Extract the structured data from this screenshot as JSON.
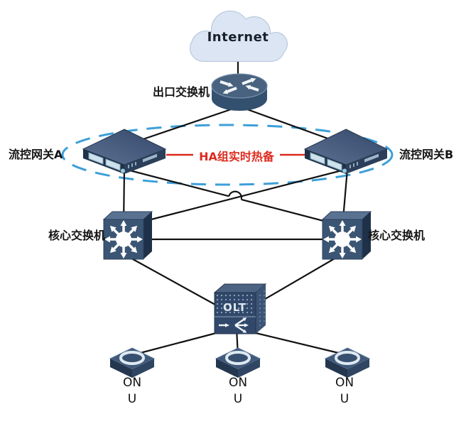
{
  "diagram": {
    "type": "network-topology",
    "nodes": {
      "internet": {
        "label": "Internet",
        "icon": "cloud-icon"
      },
      "exit_switch": {
        "label": "出口交换机",
        "icon": "router-icon"
      },
      "gateway_a": {
        "label": "流控网关A",
        "icon": "rack-appliance-icon"
      },
      "gateway_b": {
        "label": "流控网关B",
        "icon": "rack-appliance-icon"
      },
      "core_switch_left": {
        "label": "核心交换机",
        "icon": "layer3-switch-icon"
      },
      "core_switch_right": {
        "label": "核心交换机",
        "icon": "layer3-switch-icon"
      },
      "olt": {
        "label": "OLT",
        "icon": "olt-chassis-icon"
      },
      "onu_left": {
        "line1": "ON",
        "line2": "U"
      },
      "onu_center": {
        "line1": "ON",
        "line2": "U"
      },
      "onu_right": {
        "line1": "ON",
        "line2": "U"
      }
    },
    "ha": {
      "label": "HA组实时热备",
      "members": [
        "gateway_a",
        "gateway_b"
      ],
      "style": "blue-dashed-ellipse"
    },
    "edges": [
      {
        "from": "internet",
        "to": "exit_switch",
        "style": "solid-black"
      },
      {
        "from": "exit_switch",
        "to": "gateway_a",
        "style": "solid-black"
      },
      {
        "from": "exit_switch",
        "to": "gateway_b",
        "style": "solid-black"
      },
      {
        "from": "gateway_a",
        "to": "gateway_b",
        "style": "solid-red",
        "label": "HA组实时热备"
      },
      {
        "from": "gateway_a",
        "to": "core_switch_left",
        "style": "solid-black"
      },
      {
        "from": "gateway_a",
        "to": "core_switch_right",
        "style": "solid-black",
        "hop": true
      },
      {
        "from": "gateway_b",
        "to": "core_switch_left",
        "style": "solid-black"
      },
      {
        "from": "gateway_b",
        "to": "core_switch_right",
        "style": "solid-black"
      },
      {
        "from": "core_switch_left",
        "to": "core_switch_right",
        "style": "solid-black"
      },
      {
        "from": "core_switch_left",
        "to": "olt",
        "style": "solid-black"
      },
      {
        "from": "core_switch_right",
        "to": "olt",
        "style": "solid-black"
      },
      {
        "from": "olt",
        "to": "onu_left",
        "style": "solid-black"
      },
      {
        "from": "olt",
        "to": "onu_center",
        "style": "solid-black"
      },
      {
        "from": "olt",
        "to": "onu_right",
        "style": "solid-black"
      }
    ],
    "colors": {
      "line": "#111111",
      "ha_red": "#dd2b1f",
      "dashed_ellipse_blue": "#3d9fd8",
      "device_navy": "#31486a",
      "cloud_fill": "#dbe5f3"
    }
  }
}
